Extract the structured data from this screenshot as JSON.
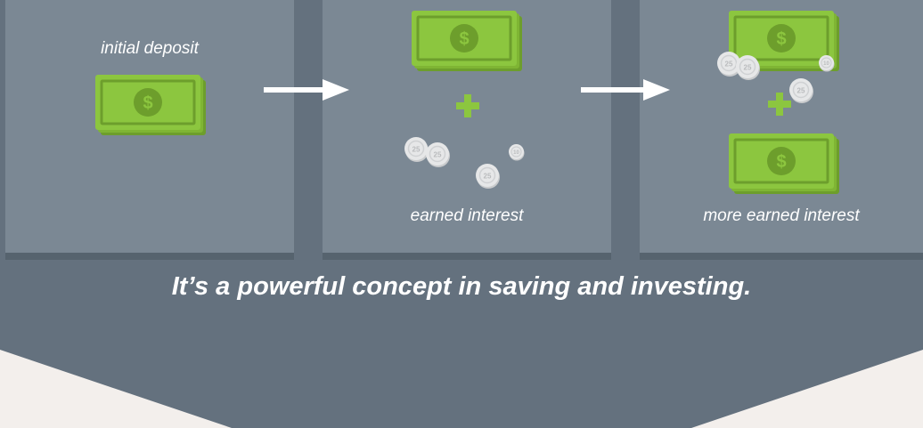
{
  "panels": [
    {
      "label": "initial deposit"
    },
    {
      "label": "earned interest"
    },
    {
      "label": "more earned interest"
    }
  ],
  "tagline": "It’s a powerful concept in saving and investing.",
  "symbols": {
    "dollar": "$",
    "plus": "+",
    "coin_25": "25",
    "coin_10": "10"
  },
  "colors": {
    "background_slate": "#64717e",
    "panel": "#7b8894",
    "bill_green": "#8cc63f",
    "bill_dark": "#6d9e2c",
    "coin": "#e6e7e8",
    "page_light": "#f3efec"
  },
  "icons": [
    "cash-stack-icon",
    "right-arrow-icon",
    "plus-icon",
    "coin-icon"
  ]
}
